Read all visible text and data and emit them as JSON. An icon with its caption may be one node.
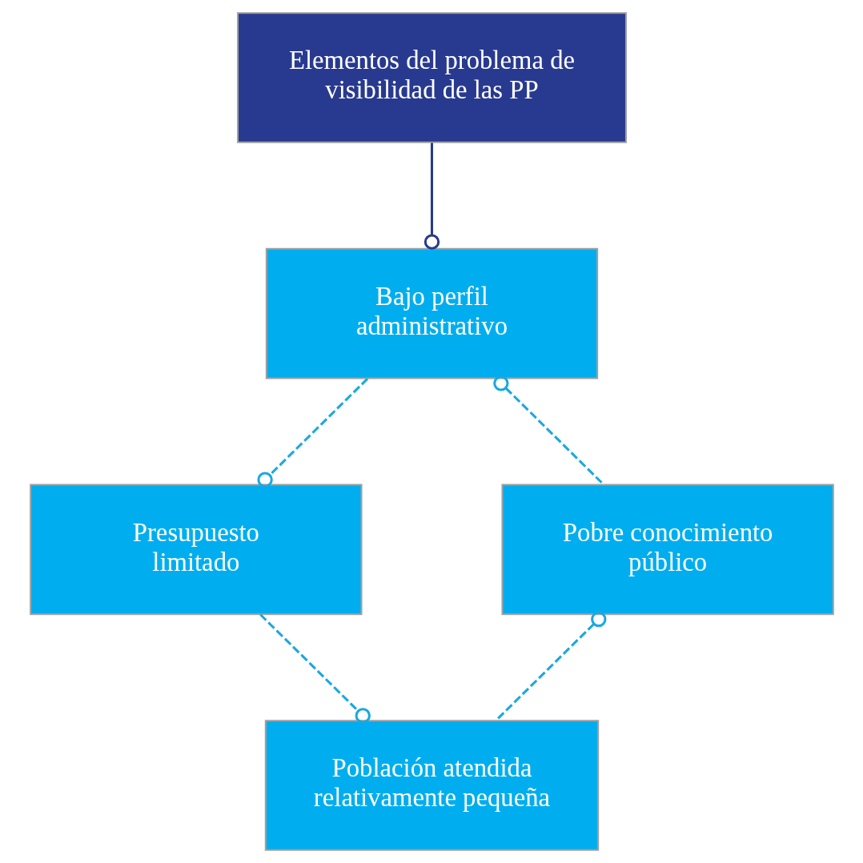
{
  "diagram": {
    "nodes": [
      {
        "text": [
          "Elementos del problema de visibilidad de las PP"
        ]
      },
      {
        "text": [
          "Bajo perfil administrativo"
        ]
      },
      {
        "text": [
          "Presupuesto limitado"
        ]
      },
      {
        "text": [
          "Pobre conocimiento público"
        ]
      },
      {
        "text": [
          "Población atendida relativamente pequeña"
        ]
      }
    ],
    "edges": [
      {
        "from": 0,
        "to": 1,
        "arrow": "other",
        "color": "#283a8f"
      },
      {
        "from": 1,
        "to": 2,
        "arrow": "other",
        "style": "dashed"
      },
      {
        "from": 3,
        "to": 1,
        "arrow": "other",
        "style": "dashed"
      },
      {
        "from": 2,
        "to": 4,
        "arrow": "other",
        "style": "dashed"
      },
      {
        "from": 4,
        "to": 3,
        "arrow": "other",
        "style": "dashed"
      }
    ]
  }
}
